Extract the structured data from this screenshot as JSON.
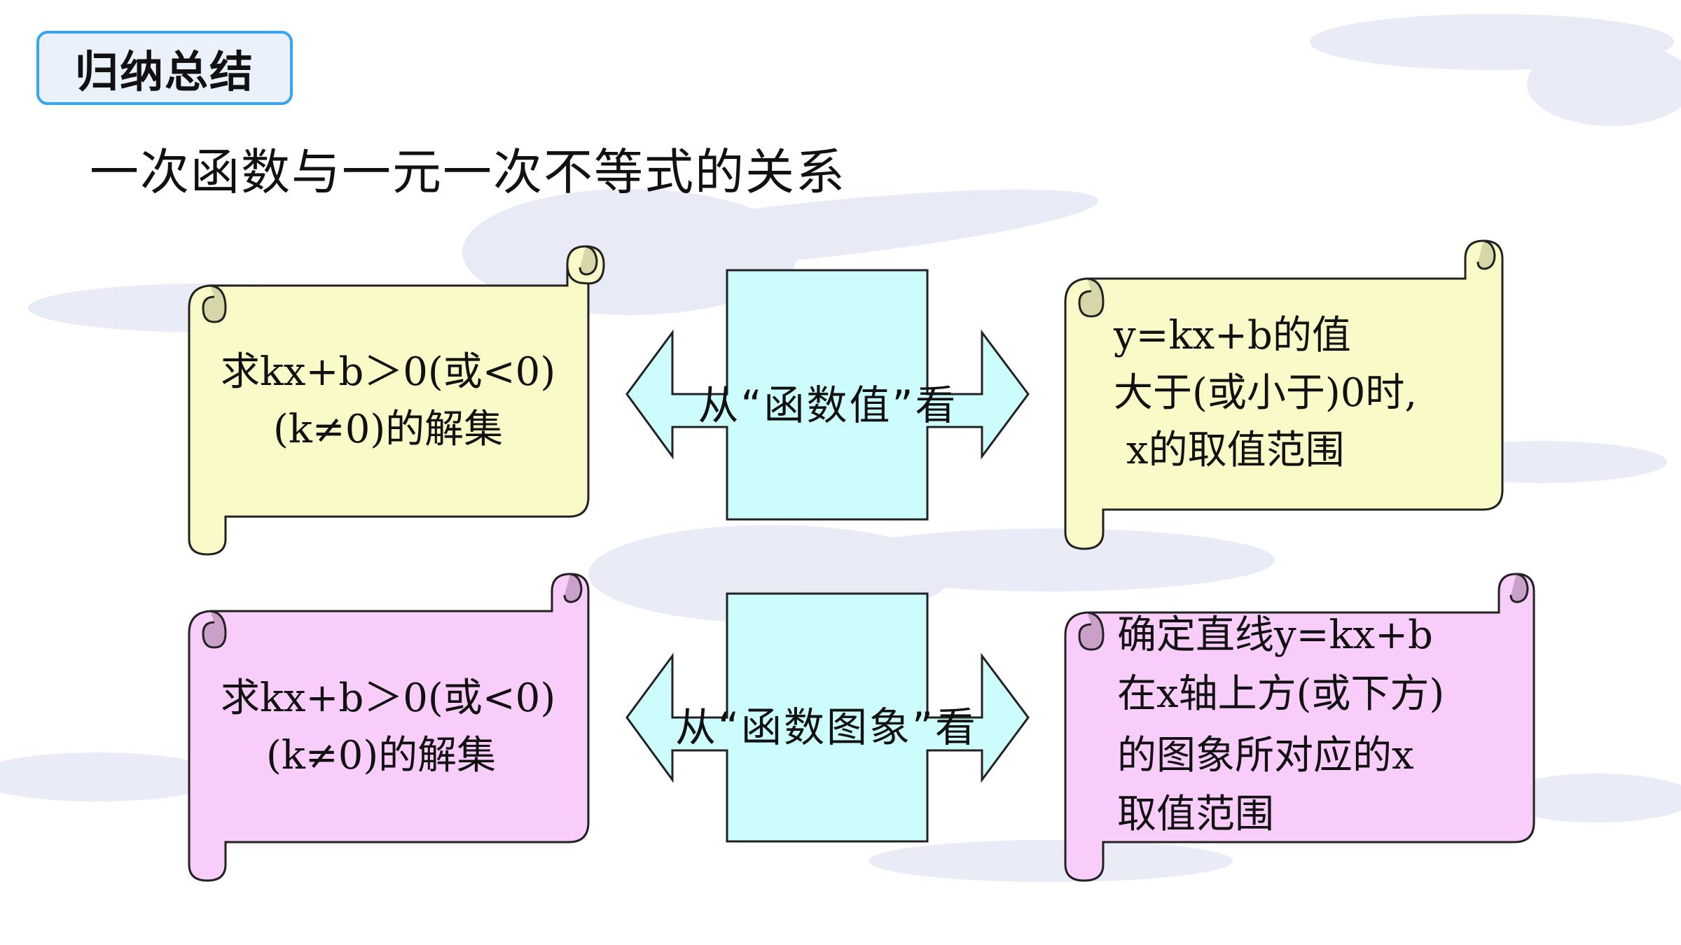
{
  "header": {
    "badge_label": "归纳总结",
    "title": "一次函数与一元一次不等式的关系"
  },
  "row1": {
    "left_scroll": {
      "line1": "求kx+b＞0(或<0)",
      "line2": "(k≠0)的解集",
      "color": "#fafac8"
    },
    "arrow_label": "从“函数值”看",
    "right_scroll": {
      "line1": "y=kx+b的值",
      "line2": "大于(或小于)0时,",
      "line3": "x的取值范围",
      "color": "#fafac8"
    }
  },
  "row2": {
    "left_scroll": {
      "line1": "求kx+b＞0(或<0)",
      "line2": "(k≠0)的解集",
      "color": "#f9cdf9"
    },
    "arrow_label": "从“函数图象”看",
    "right_scroll": {
      "line1": "确定直线y=kx+b",
      "line2": "在x轴上方(或下方)",
      "line3": "的图象所对应的x",
      "line4": "取值范围",
      "color": "#f9cdf9"
    }
  },
  "colors": {
    "badge_border": "#39a4ef",
    "arrow_fill": "#ccfcfc"
  }
}
